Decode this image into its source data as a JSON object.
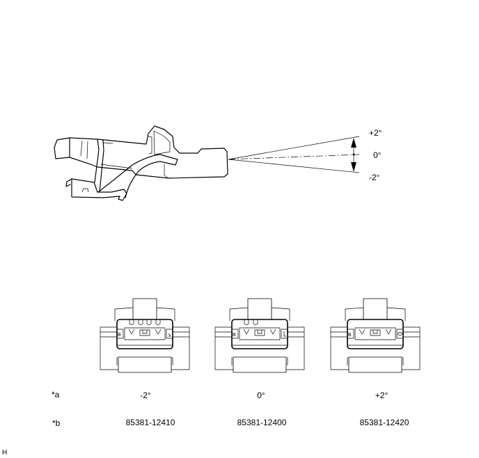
{
  "angle_labels": {
    "plus": "+2°",
    "zero": "0°",
    "minus": "-2°"
  },
  "row_a": {
    "tag": "*a",
    "values": [
      "-2°",
      "0°",
      "+2°"
    ]
  },
  "row_b": {
    "tag": "*b",
    "values": [
      "85381-12410",
      "85381-12400",
      "85381-12420"
    ]
  },
  "connectors": [
    {
      "letter": "B",
      "ribs": 4
    },
    {
      "letter": "B",
      "ribs": 2
    },
    {
      "letter": "B",
      "ribs": 0
    }
  ],
  "corner_mark": "H"
}
